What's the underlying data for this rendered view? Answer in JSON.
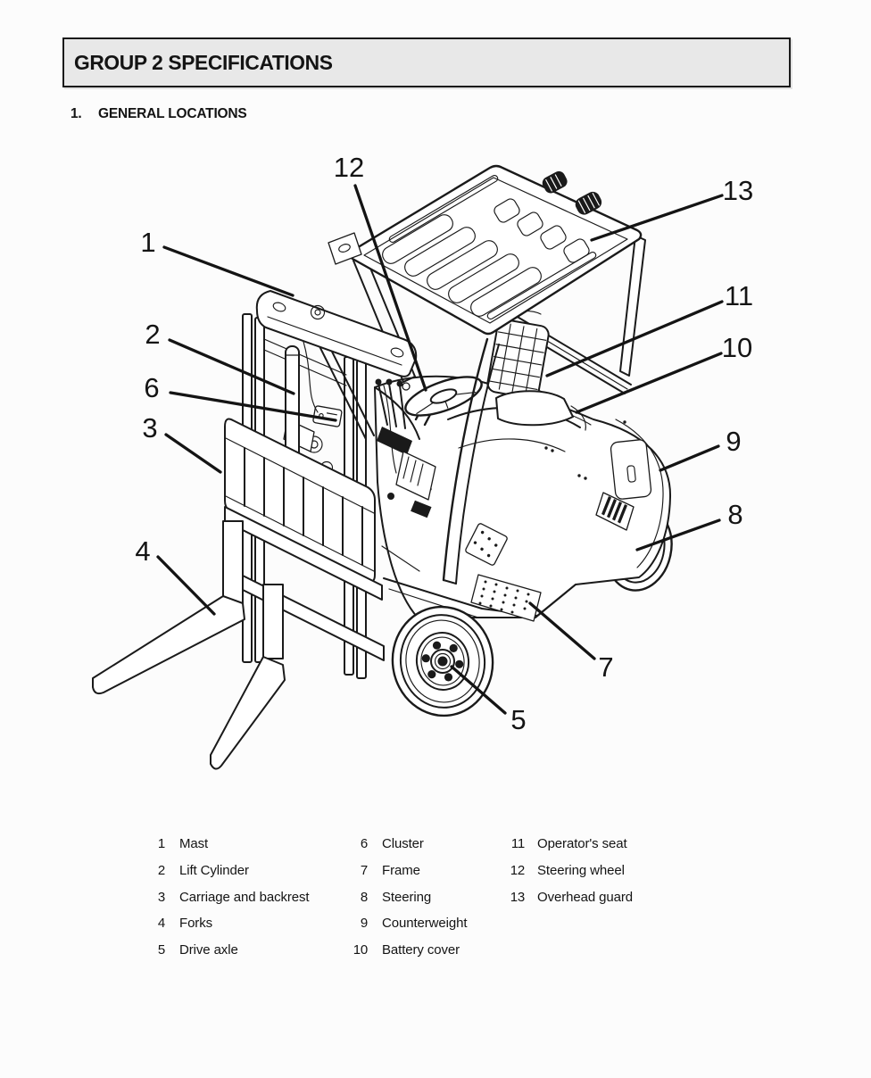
{
  "colors": {
    "ink": "#1a1a1a",
    "header_bg": "#e8e8e8",
    "page_bg": "#fcfcfc"
  },
  "header": {
    "title": "GROUP 2 SPECIFICATIONS"
  },
  "section": {
    "number": "1.",
    "title": "GENERAL LOCATIONS"
  },
  "diagram": {
    "callouts": [
      "1",
      "2",
      "3",
      "4",
      "5",
      "6",
      "7",
      "8",
      "9",
      "10",
      "11",
      "12",
      "13"
    ]
  },
  "legend": {
    "columns": [
      {
        "items": [
          {
            "num": "1",
            "label": "Mast"
          },
          {
            "num": "2",
            "label": "Lift Cylinder"
          },
          {
            "num": "3",
            "label": "Carriage and backrest"
          },
          {
            "num": "4",
            "label": "Forks"
          },
          {
            "num": "5",
            "label": "Drive axle"
          }
        ]
      },
      {
        "items": [
          {
            "num": "6",
            "label": "Cluster"
          },
          {
            "num": "7",
            "label": "Frame"
          },
          {
            "num": "8",
            "label": "Steering"
          },
          {
            "num": "9",
            "label": "Counterweight"
          },
          {
            "num": "10",
            "label": "Battery cover"
          }
        ]
      },
      {
        "items": [
          {
            "num": "11",
            "label": "Operator's seat"
          },
          {
            "num": "12",
            "label": "Steering wheel"
          },
          {
            "num": "13",
            "label": "Overhead guard"
          }
        ]
      }
    ]
  }
}
